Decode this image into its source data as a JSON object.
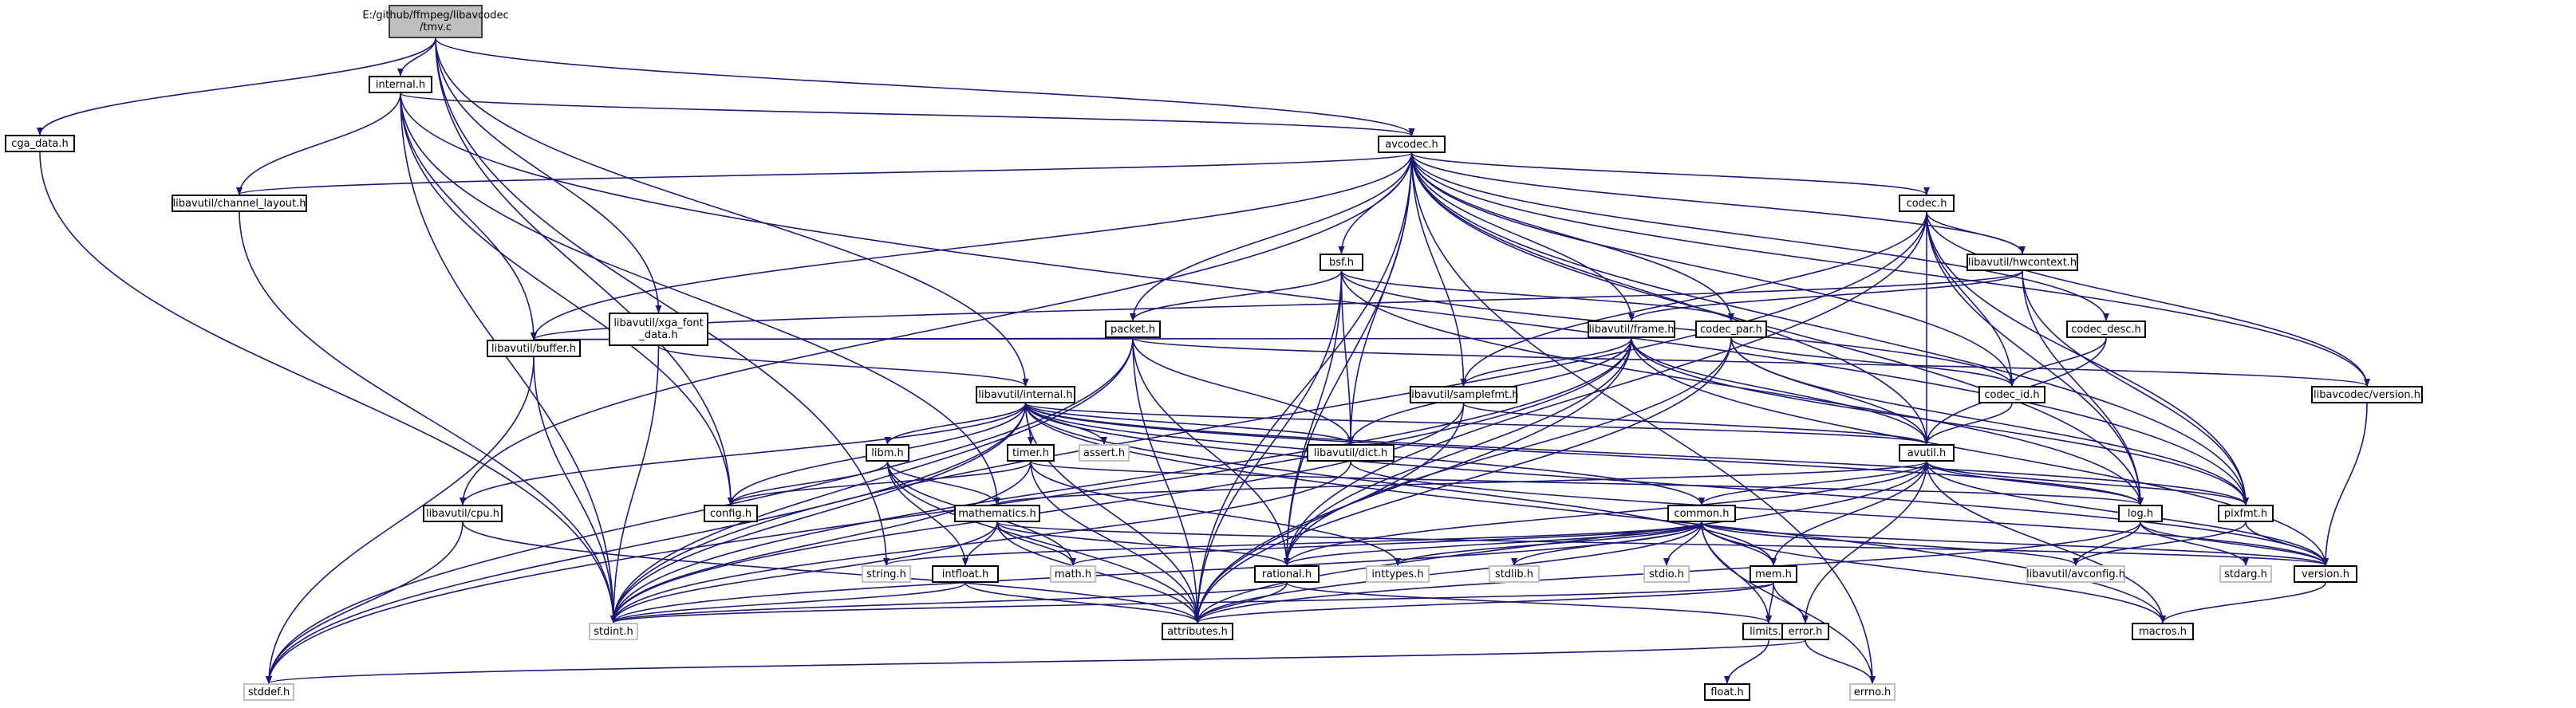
{
  "colors": {
    "edge": "#191970",
    "node_border": "#000000",
    "sys_border": "#bfbfbf",
    "root_fill": "#bfbfbf"
  },
  "nodes": {
    "root": [
      "E:/github/ffmpeg/libavcodec",
      "/tmv.c"
    ],
    "internal_h": "internal.h",
    "cga_data_h": "cga_data.h",
    "avcodec_h": "avcodec.h",
    "channel_layout_h": "libavutil/channel_layout.h",
    "xga_font_data_h": [
      "libavutil/xga_font",
      "_data.h"
    ],
    "codec_h": "codec.h",
    "bsf_h": "bsf.h",
    "hwcontext_h": "libavutil/hwcontext.h",
    "packet_h": "packet.h",
    "frame_h": "libavutil/frame.h",
    "codec_par_h": "codec_par.h",
    "codec_desc_h": "codec_desc.h",
    "buffer_h": "libavutil/buffer.h",
    "avutil_internal_h": "libavutil/internal.h",
    "samplefmt_h": "libavutil/samplefmt.h",
    "codec_id_h": "codec_id.h",
    "libavcodec_version_h": "libavcodec/version.h",
    "dict_h": "libavutil/dict.h",
    "avutil_h": "avutil.h",
    "libm_h": "libm.h",
    "timer_h": "timer.h",
    "assert_h": "assert.h",
    "config_h": "config.h",
    "cpu_h": "libavutil/cpu.h",
    "mathematics_h": "mathematics.h",
    "common_h": "common.h",
    "log_h": "log.h",
    "pixfmt_h": "pixfmt.h",
    "string_h": "string.h",
    "intfloat_h": "intfloat.h",
    "math_h": "math.h",
    "rational_h": "rational.h",
    "inttypes_h": "inttypes.h",
    "stdlib_h": "stdlib.h",
    "stdio_h": "stdio.h",
    "mem_h": "mem.h",
    "avconfig_h": "libavutil/avconfig.h",
    "stdarg_h": "stdarg.h",
    "version_h": "version.h",
    "stdint_h": "stdint.h",
    "attributes_h": "attributes.h",
    "limits_h": "limits.h",
    "error_h": "error.h",
    "macros_h": "macros.h",
    "stddef_h": "stddef.h",
    "errno_h": "errno.h",
    "float_h": "float.h"
  }
}
